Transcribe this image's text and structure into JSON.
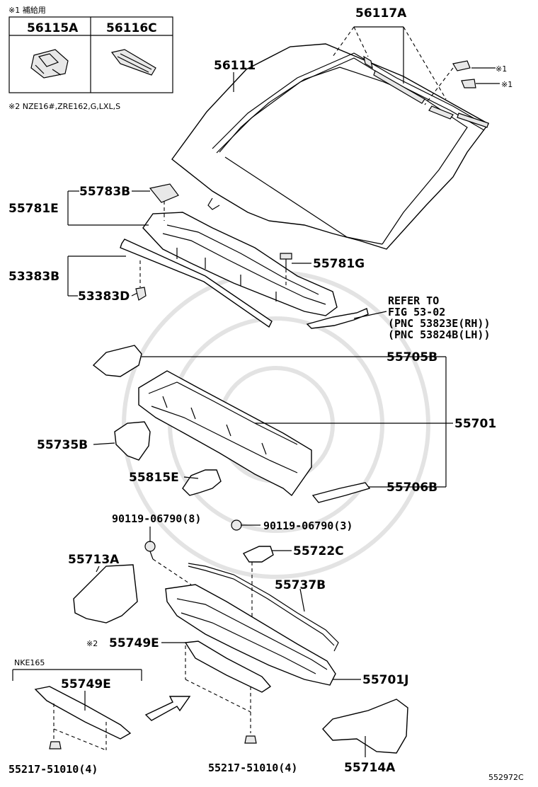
{
  "inset": {
    "note1": "※1 補給用",
    "part_a": "56115A",
    "part_b": "56116C",
    "note2": "※2 NZE16#,ZRE162,G,LXL,S"
  },
  "labels": {
    "p56117A": "56117A",
    "p56111": "56111",
    "mark1a": "※1",
    "mark1b": "※1",
    "p55783B": "55783B",
    "p55781E": "55781E",
    "p53383B": "53383B",
    "p53383D": "53383D",
    "p55781G": "55781G",
    "refer1": "REFER TO",
    "refer2": "FIG 53-02",
    "refer3": "(PNC 53823E(RH))",
    "refer4": "(PNC 53824B(LH))",
    "p55705B": "55705B",
    "p55701": "55701",
    "p55735B": "55735B",
    "p55815E": "55815E",
    "p55706B": "55706B",
    "bolt8": "90119-06790(8)",
    "bolt3": "90119-06790(3)",
    "p55722C": "55722C",
    "p55713A": "55713A",
    "p55737B": "55737B",
    "mark2": "※2",
    "p55749E": "55749E",
    "p55701J": "55701J",
    "nke": "NKE165",
    "p55749E_b": "55749E",
    "nut_l": "55217-51010(4)",
    "nut_m": "55217-51010(4)",
    "p55714A": "55714A",
    "fig_code": "552972C"
  }
}
